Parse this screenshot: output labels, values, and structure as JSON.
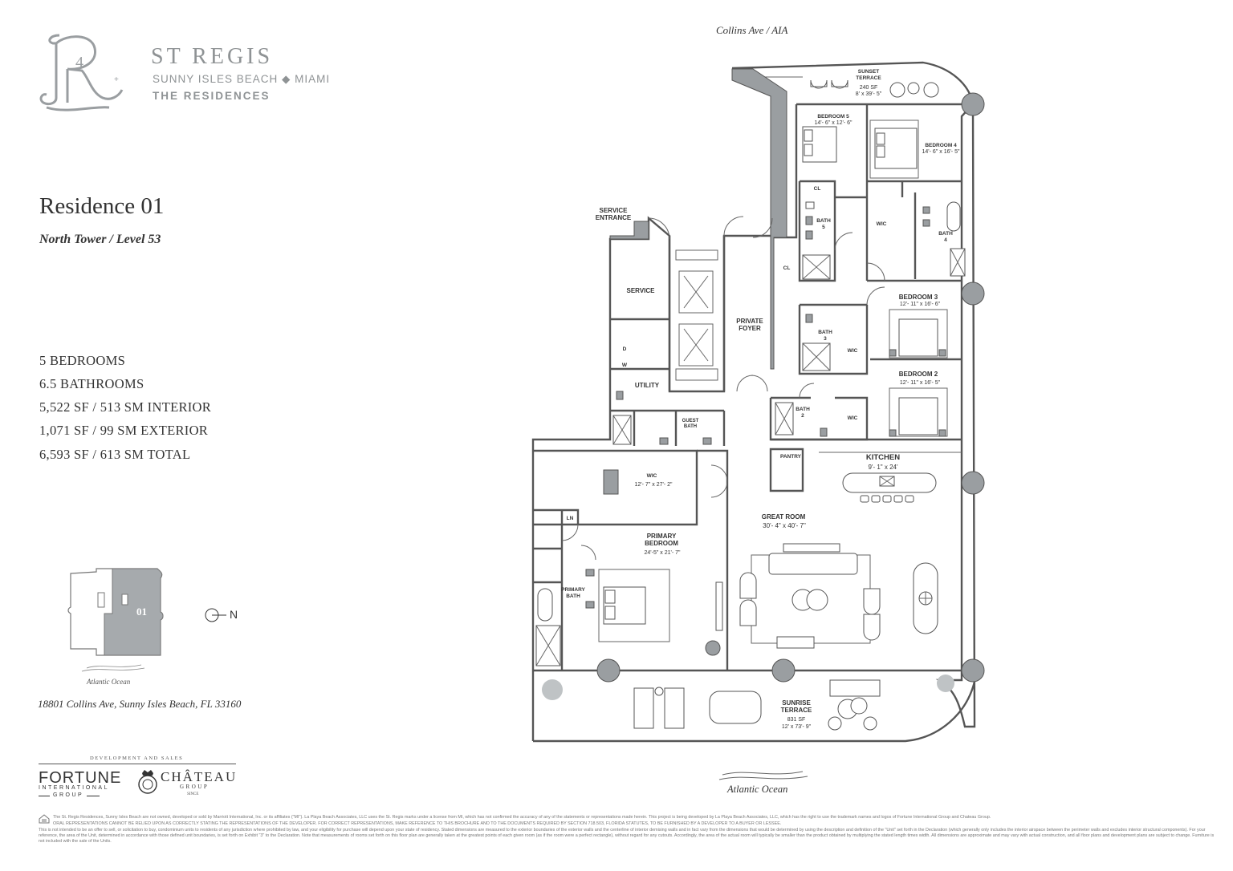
{
  "brand": {
    "name": "ST REGIS",
    "location": "SUNNY ISLES BEACH ◆ MIAMI",
    "tagline": "THE RESIDENCES"
  },
  "residence": {
    "title": "Residence 01",
    "subtitle": "North Tower / Level 53",
    "stats": [
      "5 BEDROOMS",
      "6.5 BATHROOMS",
      "5,522 SF / 513 SM INTERIOR",
      "1,071 SF / 99 SM EXTERIOR",
      "6,593 SF / 613 SM TOTAL"
    ],
    "address": "18801 Collins Ave, Sunny Isles Beach, FL 33160"
  },
  "key_plan": {
    "unit_label": "01",
    "ocean_label": "Atlantic Ocean",
    "north_label": "N"
  },
  "developers": {
    "heading": "DEVELOPMENT AND SALES",
    "fortune_name": "FORTUNE",
    "fortune_sub1": "INTERNATIONAL",
    "fortune_sub2": "GROUP",
    "chateau_name": "CHÂTEAU",
    "chateau_sub": "GROUP",
    "chateau_year": "SINCE"
  },
  "plan": {
    "street_label": "Collins Ave / AIA",
    "ocean_label": "Atlantic Ocean",
    "rooms": {
      "sunset_terrace": {
        "name": "SUNSET\nTERRACE",
        "area": "240 SF",
        "dims": "8' x 39'- 5\""
      },
      "bedroom5": {
        "name": "BEDROOM 5",
        "dims": "14'- 6\" x 12'- 6\""
      },
      "bedroom4": {
        "name": "BEDROOM 4",
        "dims": "14'- 6\" x 16'- 5\""
      },
      "cl_top": "CL",
      "bath5": "BATH\n5",
      "wic_b4": "WIC",
      "bath4": "BATH\n4",
      "cl_hall": "CL",
      "service_entrance": "SERVICE\nENTRANCE",
      "service": "SERVICE",
      "private_foyer": "PRIVATE\nFOYER",
      "bedroom3": {
        "name": "BEDROOM 3",
        "dims": "12'- 11\" x 16'- 6\""
      },
      "bath3": "BATH\n3",
      "wic_b3": "WIC",
      "d": "D",
      "w": "W",
      "utility": "UTILITY",
      "guest_bath": "GUEST\nBATH",
      "bedroom2": {
        "name": "BEDROOM 2",
        "dims": "12'- 11\" x 16'- 5\""
      },
      "bath2": "BATH\n2",
      "wic_b2": "WIC",
      "pantry": "PANTRY",
      "kitchen": {
        "name": "KITCHEN",
        "dims": "9'- 1\" x 24'"
      },
      "wic_primary": {
        "name": "WIC",
        "dims": "12'- 7\" x 27'- 2\""
      },
      "ln": "LN",
      "primary_bedroom": {
        "name": "PRIMARY\nBEDROOM",
        "dims": "24'-5\" x 21'- 7\""
      },
      "primary_bath": "PRIMARY\nBATH",
      "great_room": {
        "name": "GREAT ROOM",
        "dims": "30'- 4\" x 40'- 7\""
      },
      "sunrise_terrace": {
        "name": "SUNRISE\nTERRACE",
        "area": "831 SF",
        "dims": "12' x 73'- 9\""
      }
    }
  },
  "disclaimer": [
    "The St. Regis Residences, Sunny Isles Beach are not owned, developed or sold by Marriott International, Inc. or its affiliates (\"MI\"). La Playa Beach Associates, LLC uses the St. Regis marks under a license from MI, which has not confirmed the accuracy of any of the statements or representations made herein. This project is being developed by La Playa Beach Associates, LLC, which has the right to use the trademark names and logos of Fortune International Group and Chateau Group.",
    "ORAL REPRESENTATIONS CANNOT BE RELIED UPON AS CORRECTLY STATING THE REPRESENTATIONS OF THE DEVELOPER. FOR CORRECT REPRESENTATIONS, MAKE REFERENCE TO THIS BROCHURE AND TO THE DOCUMENTS REQUIRED BY SECTION 718.503, FLORIDA STATUTES, TO BE FURNISHED BY A DEVELOPER TO A BUYER OR LESSEE.",
    "This is not intended to be an offer to sell, or solicitation to buy, condominium units to residents of any jurisdiction where prohibited by law, and your eligibility for purchase will depend upon your state of residency. Stated dimensions are measured to the exterior boundaries of the exterior walls and the centerline of interior demising walls and in fact vary from the dimensions that would be determined by using the description and definition of the \"Unit\" set forth in the Declaration (which generally only includes the interior airspace between the perimeter walls and excludes interior structural components). For your reference, the area of the Unit, determined in accordance with those defined unit boundaries, is set forth on Exhibit \"3\" to the Declaration. Note that measurements of rooms set forth on this floor plan are generally taken at the greatest points of each given room (as if the room were a perfect rectangle), without regard for any cutouts. Accordingly, the area of the actual room will typically be smaller than the product obtained by multiplying the stated length times width. All dimensions are approximate and may vary with actual construction, and all floor plans and development plans are subject to change. Furniture is not included with the sale of the Units."
  ]
}
